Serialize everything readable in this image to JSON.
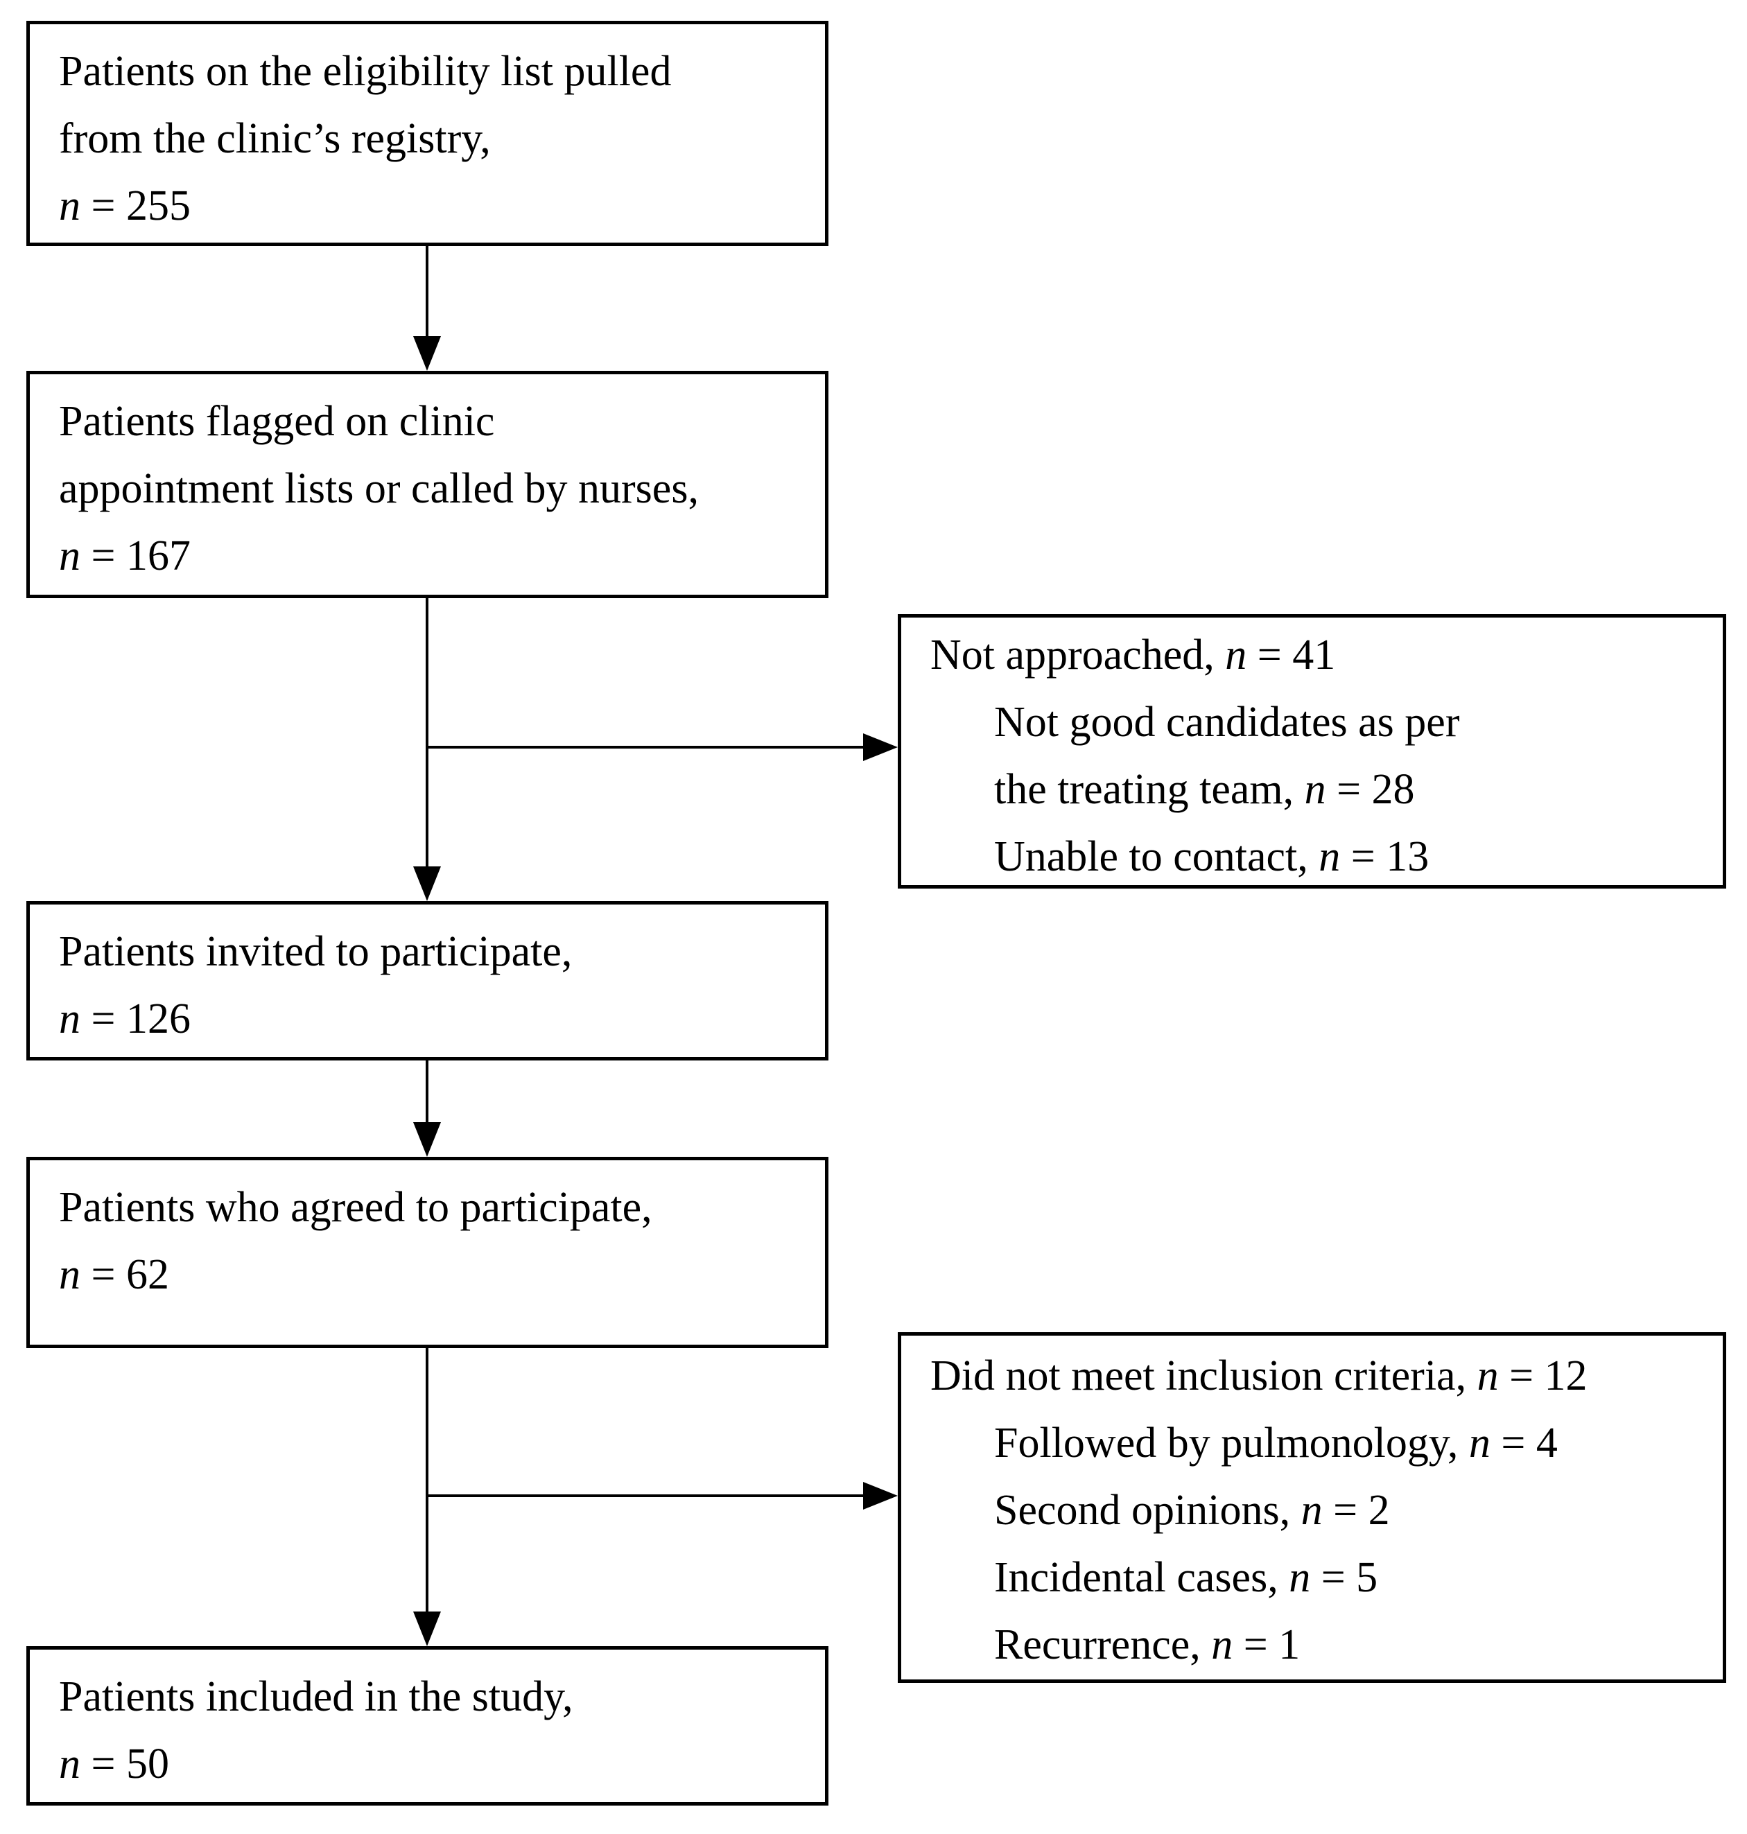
{
  "colors": {
    "line": "#000000",
    "background": "#ffffff",
    "text": "#000000"
  },
  "flow": {
    "main": [
      {
        "id": "registry",
        "lines": [
          {
            "t": "Patients on the eligibility list pulled"
          },
          {
            "t": "from the clinic’s registry,"
          },
          {
            "n": "n",
            "post": " = 255"
          }
        ]
      },
      {
        "id": "flagged",
        "lines": [
          {
            "t": "Patients flagged on clinic"
          },
          {
            "t": "appointment lists or called by nurses,"
          },
          {
            "n": "n",
            "post": " = 167"
          }
        ]
      },
      {
        "id": "invited",
        "lines": [
          {
            "t": "Patients invited to participate,"
          },
          {
            "n": "n",
            "post": " = 126"
          }
        ]
      },
      {
        "id": "agreed",
        "lines": [
          {
            "t": "Patients who agreed to participate,"
          },
          {
            "n": "n",
            "post": " = 62"
          }
        ]
      },
      {
        "id": "included",
        "lines": [
          {
            "t": "Patients included in the study,"
          },
          {
            "n": "n",
            "post": " = 50"
          }
        ]
      }
    ],
    "side": [
      {
        "id": "not-approached",
        "lines": [
          {
            "pre": "Not approached, ",
            "n": "n",
            "post": " = 41"
          },
          {
            "t": "Not good candidates as per"
          },
          {
            "pre": "the treating team, ",
            "n": "n",
            "post": " = 28"
          },
          {
            "pre": "Unable to contact, ",
            "n": "n",
            "post": " = 13"
          }
        ]
      },
      {
        "id": "exclusions",
        "lines": [
          {
            "pre": "Did not meet inclusion criteria, ",
            "n": "n",
            "post": " = 12"
          },
          {
            "pre": "Followed by pulmonology, ",
            "n": "n",
            "post": " = 4"
          },
          {
            "pre": "Second opinions, ",
            "n": "n",
            "post": " = 2"
          },
          {
            "pre": "Incidental cases, ",
            "n": "n",
            "post": " = 5"
          },
          {
            "pre": "Recurrence, ",
            "n": "n",
            "post": " = 1"
          }
        ]
      }
    ]
  }
}
